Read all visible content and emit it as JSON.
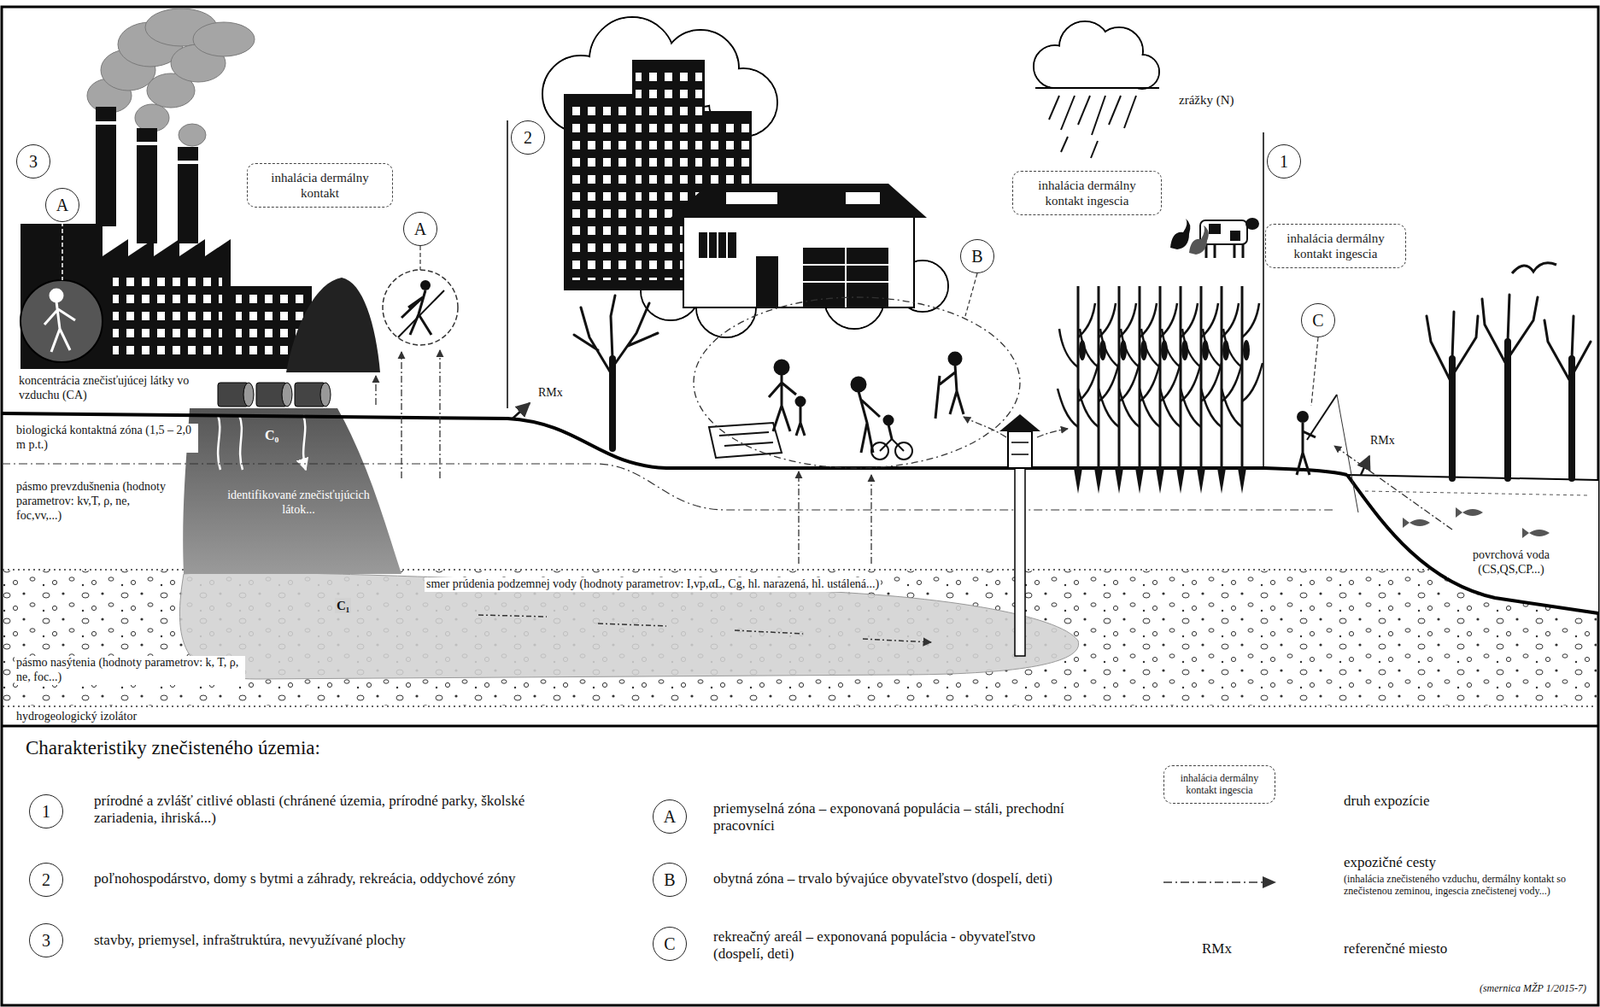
{
  "diagram": {
    "nodes": [
      {
        "text": [
          "3"
        ]
      },
      {
        "text": [
          "A"
        ]
      },
      {
        "text": [
          "inhalácia dermálny kontakt"
        ]
      },
      {
        "text": [
          "A"
        ]
      },
      {
        "text": [
          "2"
        ]
      },
      {
        "text": [
          "inhalácia dermálny kontakt ingescia"
        ]
      },
      {
        "text": [
          "B"
        ]
      },
      {
        "text": [
          "1"
        ]
      },
      {
        "text": [
          "inhalácia dermálny kontakt ingescia"
        ]
      },
      {
        "text": [
          "C"
        ]
      },
      {
        "text": [
          "1"
        ]
      },
      {
        "text": [
          "A"
        ]
      },
      {
        "text": [
          "inhalácia dermálny kontakt ingescia"
        ]
      },
      {
        "text": [
          "2"
        ]
      },
      {
        "text": [
          "B"
        ]
      },
      {
        "text": [
          "3"
        ]
      },
      {
        "text": [
          "C"
        ]
      }
    ],
    "labels": [
      "zrážky (N)",
      "RMx",
      "koncentrácia znečisťujúcej látky vo vzduchu (CA)",
      "biologická kontaktná zóna (1,5 – 2,0 m p.t.)",
      "C₀",
      "pásmo prevzdušnenia (hodnoty parametrov: kv,T, ρ, ne, foc,vv,...)",
      "identifikované znečisťujúcich látok...",
      "smer prúdenia podzemnej vody (hodnoty parametrov: I,vp,αL, Cg, hl. narazená, hl. ustálená...)",
      "C₁",
      "RMx",
      "povrchová voda (CS,QS,CP...)",
      "pásmo nasýtenia (hodnoty parametrov: k, T, ρ, ne, foc...)",
      "hydrogeologický izolátor",
      "Charakteristiky znečisteného územia:",
      "prírodné a zvlášť citlivé oblasti (chránené územia, prírodné parky, školské zariadenia, ihriská...)",
      "poľnohospodárstvo, domy s bytmi a záhrady, rekreácia, oddychové zóny",
      "stavby, priemysel, infraštruktúra, nevyužívané plochy",
      "priemyselná zóna – exponovaná populácia – stáli, prechodní pracovníci",
      "obytná zóna – trvalo bývajúce obyvateľstvo (dospelí, deti)",
      "rekreačný areál – exponovaná populácia - obyvateľstvo (dospelí, deti)",
      "druh expozície",
      "(inhalácia znečisteného vzduchu, dermálny kontakt so znečistenou zeminou, ingescia znečistenej vody...)",
      "RMx",
      "referenčné miesto",
      "(smernica MŽP 1/2015-7)"
    ],
    "legend": [
      {
        "text": "expozičné cesty"
      }
    ]
  }
}
